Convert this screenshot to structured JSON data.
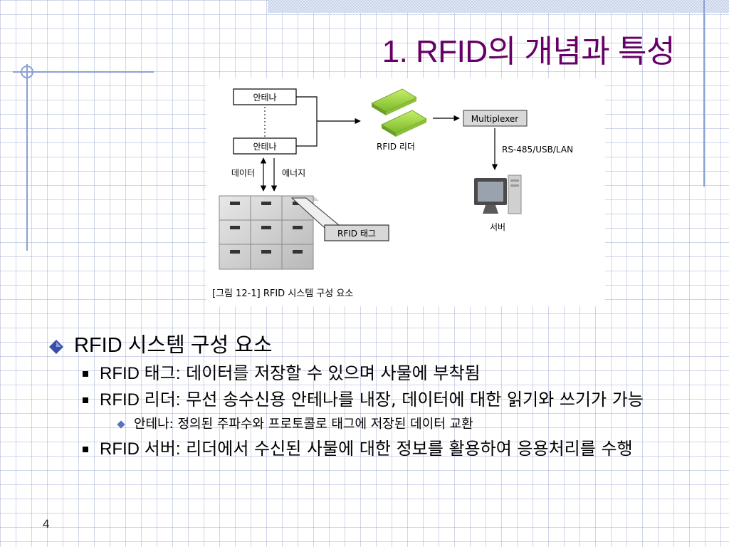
{
  "slide": {
    "title": "1. RFID의 개념과 특성",
    "page_number": "4"
  },
  "figure": {
    "antenna_label_1": "안테나",
    "antenna_label_2": "안테나",
    "reader_label": "RFID 리더",
    "multiplexer_label": "Multiplexer",
    "link_label": "RS-485/USB/LAN",
    "server_label": "서버",
    "data_label": "데이터",
    "energy_label": "에너지",
    "tag_label": "RFID 태그",
    "caption": "[그림 12-1] RFID 시스템 구성 요소"
  },
  "bullets": {
    "heading": "RFID 시스템 구성 요소",
    "items": [
      {
        "term": "RFID 태그:",
        "text": " 데이터를 저장할 수 있으며 사물에 부착됨"
      },
      {
        "term": "RFID 리더:",
        "text": " 무선 송수신용 안테나를 내장, 데이터에 대한 읽기와 쓰기가 가능"
      },
      {
        "term": "RFID 서버:",
        "text": " 리더에서 수신된 사물에 대한 정보를 활용하여 응용처리를 수행"
      }
    ],
    "sub_item": "안테나: 정의된 주파수와 프로토콜로 태그에 저장된 데이터 교환"
  },
  "colors": {
    "title": "#660066",
    "decoration": "#8aa0d6",
    "chip_green": "#9bd23a"
  }
}
